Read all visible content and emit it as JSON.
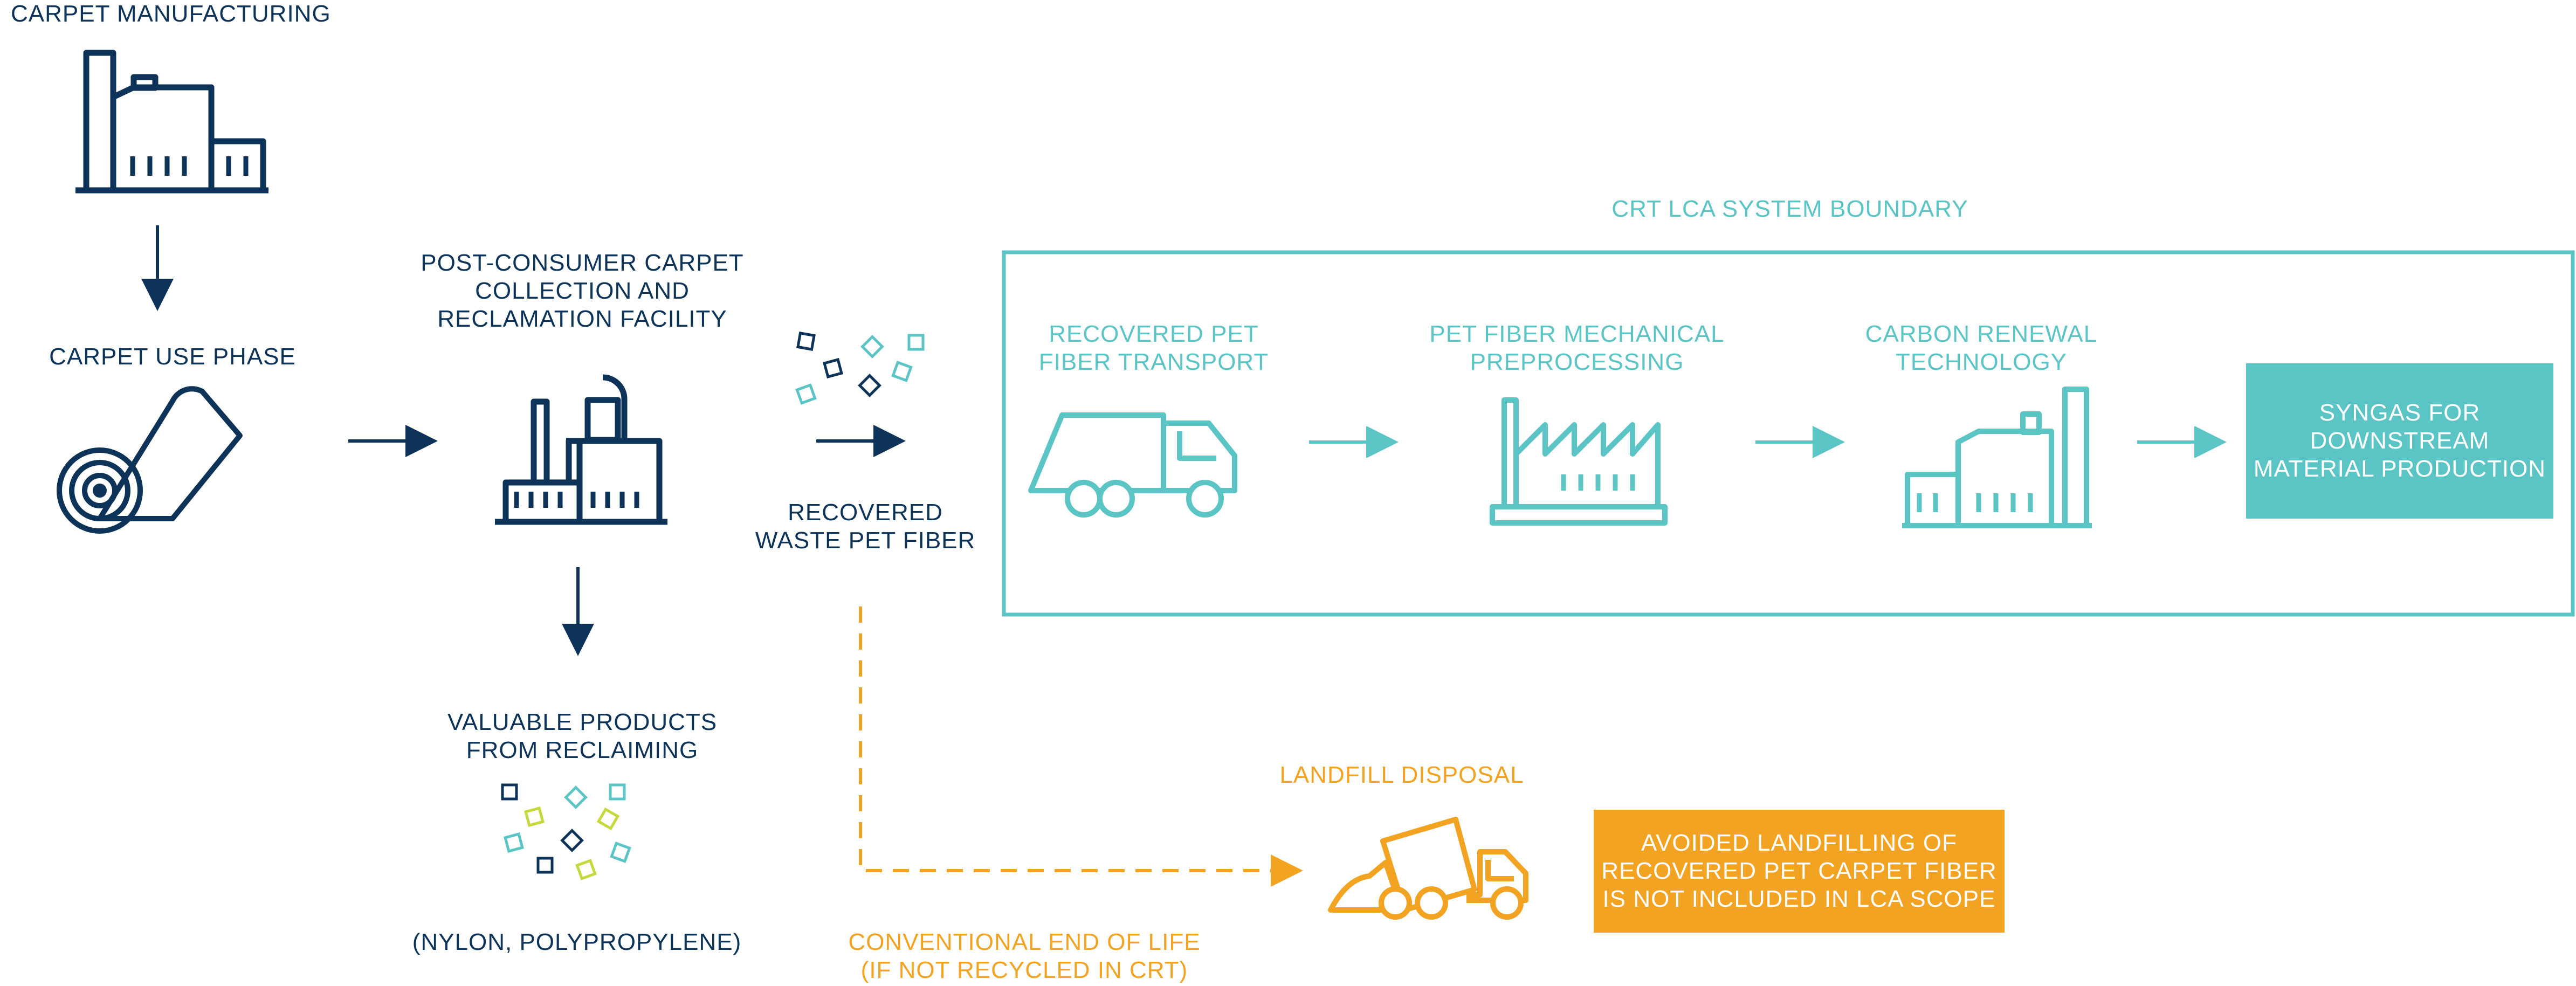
{
  "colors": {
    "navy": "#0d3358",
    "teal": "#5bc4c4",
    "orange": "#f2a322",
    "lime": "#c6d93a"
  },
  "nodes": {
    "carpet_manufacturing": "CARPET MANUFACTURING",
    "carpet_use_phase": "CARPET USE PHASE",
    "collection_facility": "POST-CONSUMER CARPET\nCOLLECTION AND\nRECLAMATION FACILITY",
    "recovered_waste": "RECOVERED\nWASTE PET FIBER",
    "valuable_products": "VALUABLE PRODUCTS\nFROM RECLAIMING",
    "nylon_pp": "(NYLON, POLYPROPYLENE)",
    "system_boundary": "CRT LCA SYSTEM BOUNDARY",
    "transport": "RECOVERED PET\nFIBER TRANSPORT",
    "preprocessing": "PET FIBER MECHANICAL\nPREPROCESSING",
    "carbon_renewal": "CARBON RENEWAL\nTECHNOLOGY",
    "syngas": "SYNGAS FOR\nDOWNSTREAM\nMATERIAL PRODUCTION",
    "landfill": "LANDFILL DISPOSAL",
    "avoided_landfill": "AVOIDED LANDFILLING OF\nRECOVERED PET CARPET FIBER\nIS NOT INCLUDED IN LCA SCOPE",
    "conventional_eol": "CONVENTIONAL END OF LIFE\n(IF NOT RECYCLED IN CRT)"
  },
  "icons": [
    "factory-icon",
    "carpet-roll-icon",
    "reclamation-facility-icon",
    "fiber-flakes-icon",
    "truck-icon",
    "preprocessing-plant-icon",
    "crt-facility-icon",
    "products-flakes-icon",
    "dump-truck-icon"
  ]
}
